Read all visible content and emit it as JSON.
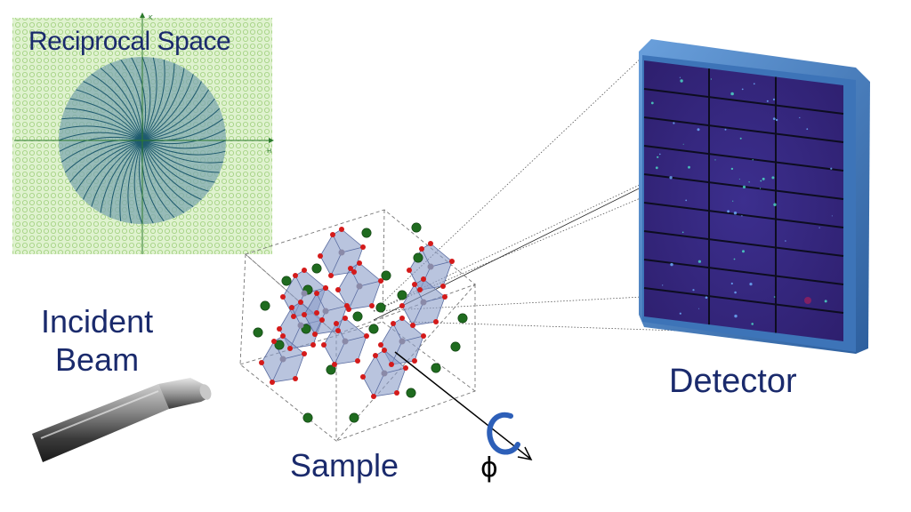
{
  "reciprocal_space": {
    "title": "Reciprocal Space",
    "axis_k": "K",
    "axis_h": "H"
  },
  "incident_beam": {
    "line1": "Incident",
    "line2": "Beam"
  },
  "sample": {
    "label": "Sample",
    "rotation_symbol": "ϕ"
  },
  "detector": {
    "label": "Detector"
  },
  "colors": {
    "text": "#1a2a6c",
    "grid_green": "#a8d58a",
    "disc": "#7fa8b0",
    "polyhedra": "#8a9cc8",
    "oxygen": "#d41a1a",
    "cation": "#1f6b1f",
    "detector_frame": "#4a80c0",
    "detector_face": "#3b2a82"
  }
}
